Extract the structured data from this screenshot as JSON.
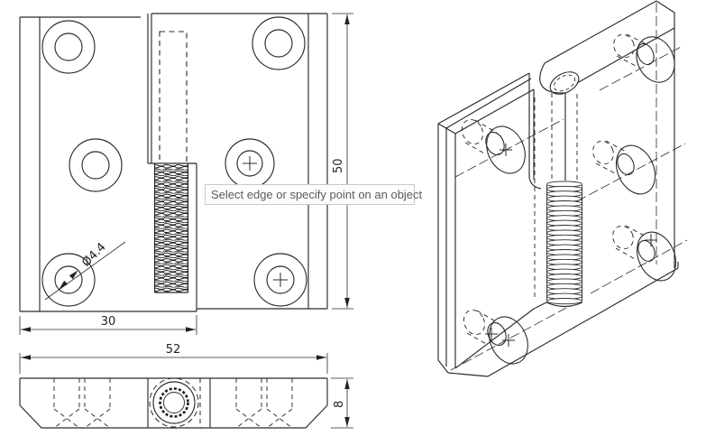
{
  "tooltip": {
    "text": "Select edge or specify point on an object"
  },
  "dimensions": {
    "height": "50",
    "leaf_width": "30",
    "overall_width": "52",
    "thickness": "8",
    "hole_diameter": "Ø4.4"
  },
  "colors": {
    "background": "#ffffff",
    "line": "#2b2b2b",
    "tooltip_background": "#fdfdfd",
    "tooltip_border": "#c9c9c9",
    "tooltip_text": "#5a5a5a"
  }
}
